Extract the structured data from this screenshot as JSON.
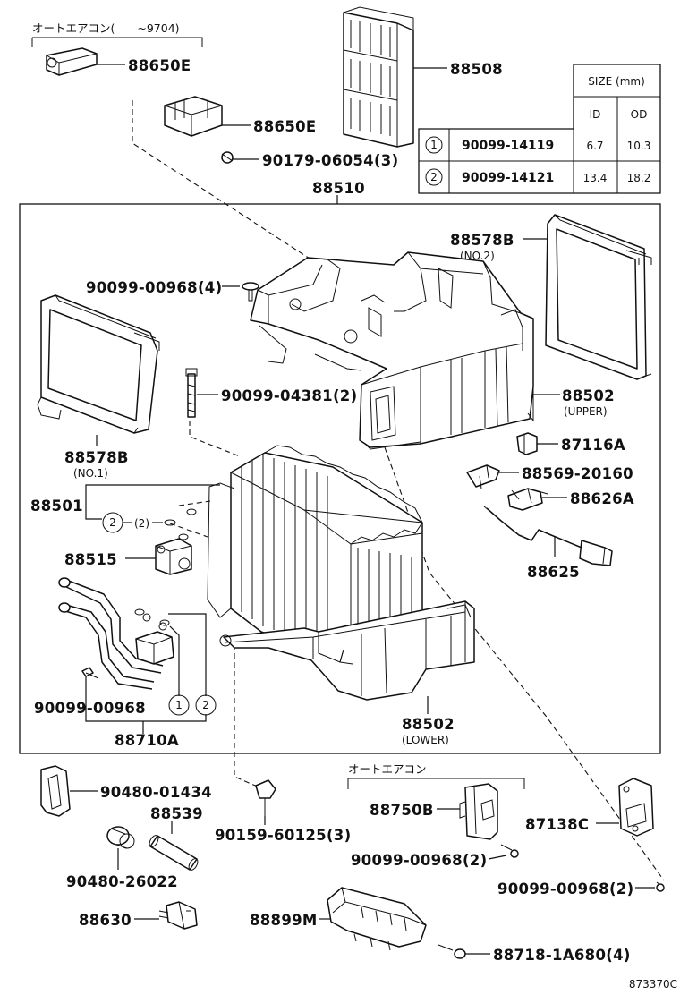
{
  "notes": {
    "auto_ac_1": "オートエアコン(　　~9704)",
    "auto_ac_2": "オートエアコン",
    "figure_id": "873370C"
  },
  "parts": {
    "p88650E_a": "88650E",
    "p88650E_b": "88650E",
    "p88508": "88508",
    "p90179": "90179-06054(3)",
    "p88510": "88510",
    "p88578B_no2": "88578B",
    "p88578B_no2_sub": "(NO.2)",
    "p90099_00968_4": "90099-00968(4)",
    "p90099_04381": "90099-04381(2)",
    "p88502_upper": "88502",
    "p88502_upper_sub": "(UPPER)",
    "p88578B_no1": "88578B",
    "p88578B_no1_sub": "(NO.1)",
    "p87116A": "87116A",
    "p88569": "88569-20160",
    "p88626A": "88626A",
    "p88501": "88501",
    "p88501_callout": "(2)",
    "p88515": "88515",
    "p88625": "88625",
    "p90099_00968_b": "90099-00968",
    "p88710A": "88710A",
    "p88502_lower": "88502",
    "p88502_lower_sub": "(LOWER)",
    "p90480_01434": "90480-01434",
    "p88539": "88539",
    "p90159": "90159-60125(3)",
    "p88750B": "88750B",
    "p87138C": "87138C",
    "p90099_00968_2a": "90099-00968(2)",
    "p90099_00968_2b": "90099-00968(2)",
    "p90480_26022": "90480-26022",
    "p88630": "88630",
    "p88899M": "88899M",
    "p88718": "88718-1A680(4)"
  },
  "circles": {
    "c1": "1",
    "c2": "2",
    "c2_small": "2"
  },
  "size_table": {
    "header": "SIZE (mm)",
    "col_id": "ID",
    "col_od": "OD",
    "rows": [
      {
        "key": "1",
        "part": "90099-14119",
        "id": "6.7",
        "od": "10.3"
      },
      {
        "key": "2",
        "part": "90099-14121",
        "id": "13.4",
        "od": "18.2"
      }
    ]
  }
}
